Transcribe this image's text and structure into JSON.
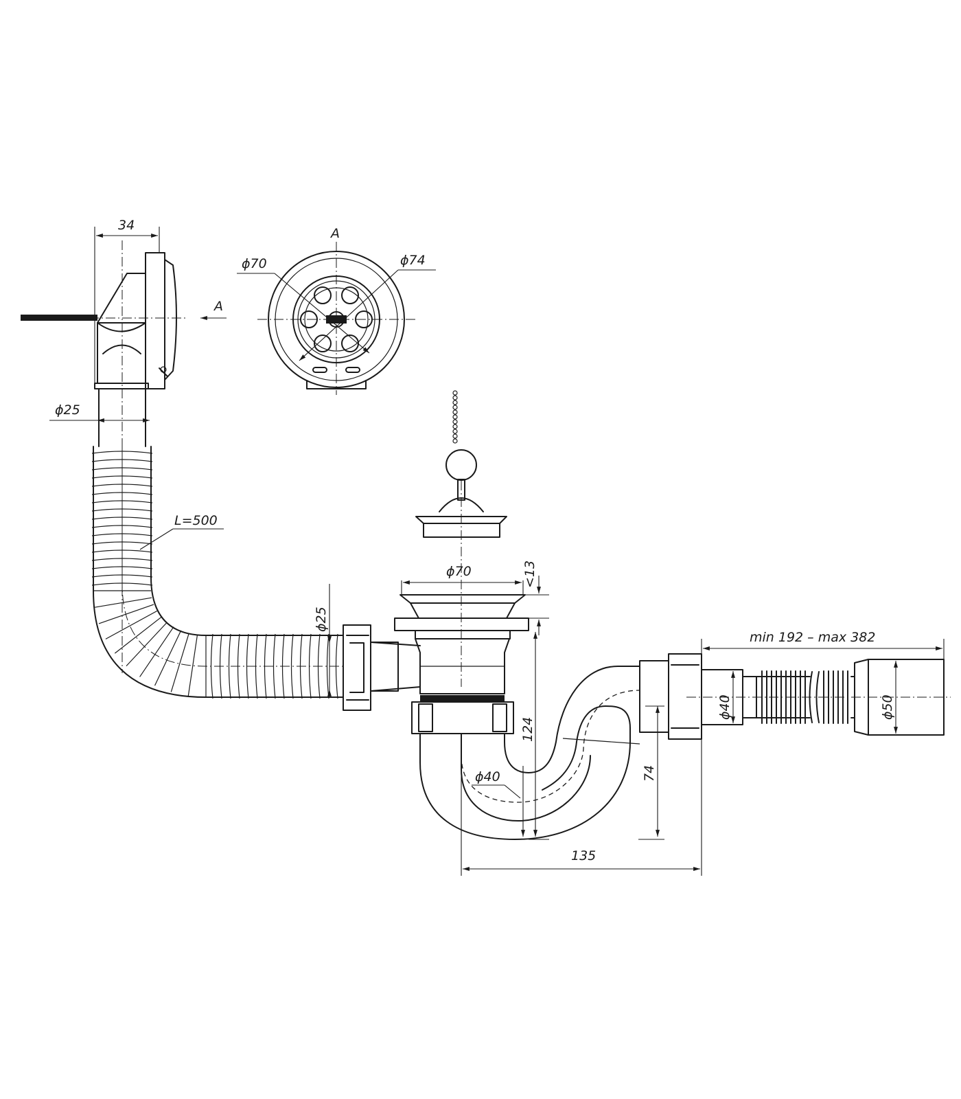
{
  "drawing": {
    "labels": {
      "overflow_depth": "34",
      "view_arrow": "A",
      "view_title": "A",
      "grate_inner_diameter": "ϕ70",
      "grate_outer_diameter": "ϕ74",
      "overflow_pipe_diameter": "ϕ25",
      "hose_length": "L=500",
      "inlet_pipe_diameter": "ϕ25",
      "drain_flange_diameter": "ϕ70",
      "flange_height": "<13",
      "trap_height": "124",
      "trap_diameter": "ϕ40",
      "outlet_height": "74",
      "trap_width": "135",
      "hose_range": "min 192 – max 382",
      "outlet_diameter": "ϕ40",
      "socket_diameter": "ϕ50"
    }
  }
}
